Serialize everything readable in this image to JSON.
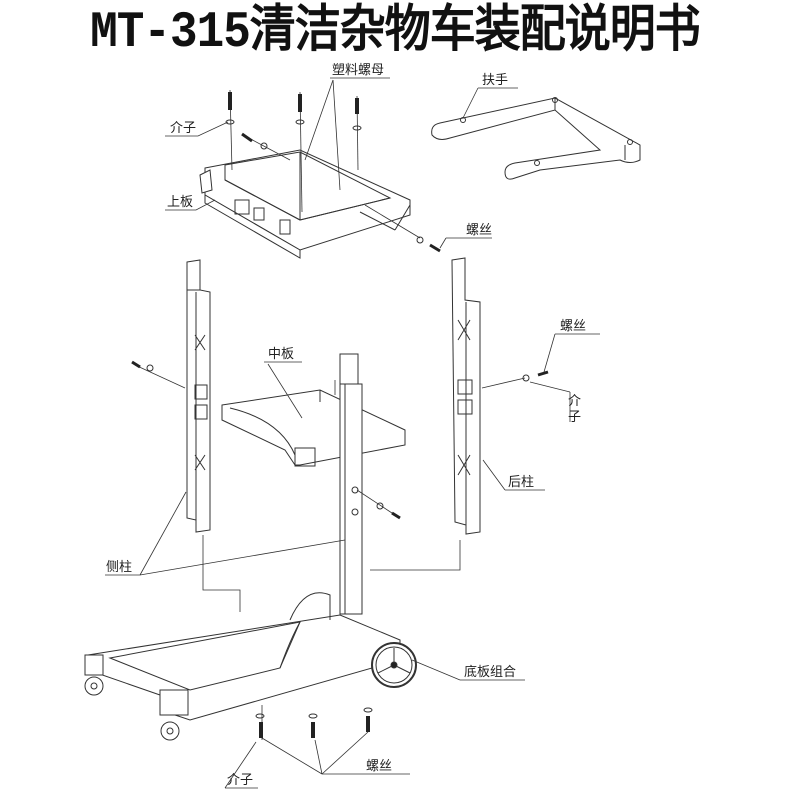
{
  "title": "MT-315清洁杂物车装配说明书",
  "labels": {
    "plastic_nut": "塑料螺母",
    "handle": "扶手",
    "washer_top": "介子",
    "top_shelf": "上板",
    "screw_top": "螺丝",
    "middle_shelf": "中板",
    "screw_right": "螺丝",
    "washer_right": "介子",
    "rear_post": "后柱",
    "side_post": "侧柱",
    "base_assembly": "底板组合",
    "washer_bottom": "介子",
    "screw_bottom": "螺丝"
  },
  "colors": {
    "line": "#333333",
    "part_fill": "#ffffff",
    "text": "#222222"
  }
}
